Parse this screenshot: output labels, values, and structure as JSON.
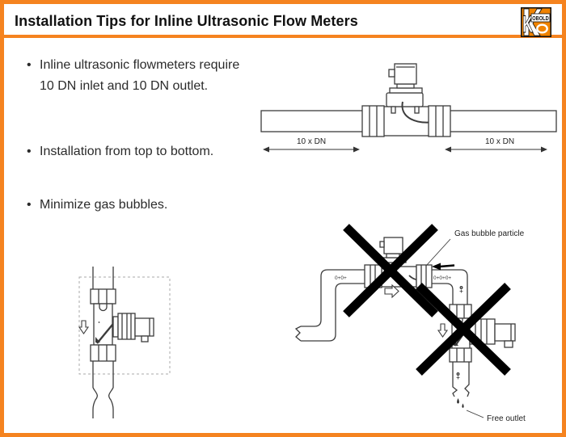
{
  "colors": {
    "frame_orange": "#F5831F",
    "logo_orange": "#F08300",
    "line_art": "#3c3c3c",
    "prohibition_x": "#000000"
  },
  "header": {
    "title": "Installation Tips for Inline Ultrasonic Flow Meters",
    "logo": {
      "k": "K",
      "obold": "OBOLD"
    }
  },
  "bullet_glyph": "•",
  "bullets": [
    "Inline ultrasonic flowmeters require 10 DN inlet and 10 DN outlet.",
    "Installation from top to bottom.",
    "Minimize gas bubbles."
  ],
  "top_diagram": {
    "left_dim": "10 x DN",
    "right_dim": "10 x DN"
  },
  "right_diagram": {
    "gas_bubble_label": "Gas bubble particle",
    "free_outlet_label": "Free outlet",
    "bubbles_left": "0+0+",
    "bubbles_right": "0+0+0+"
  }
}
